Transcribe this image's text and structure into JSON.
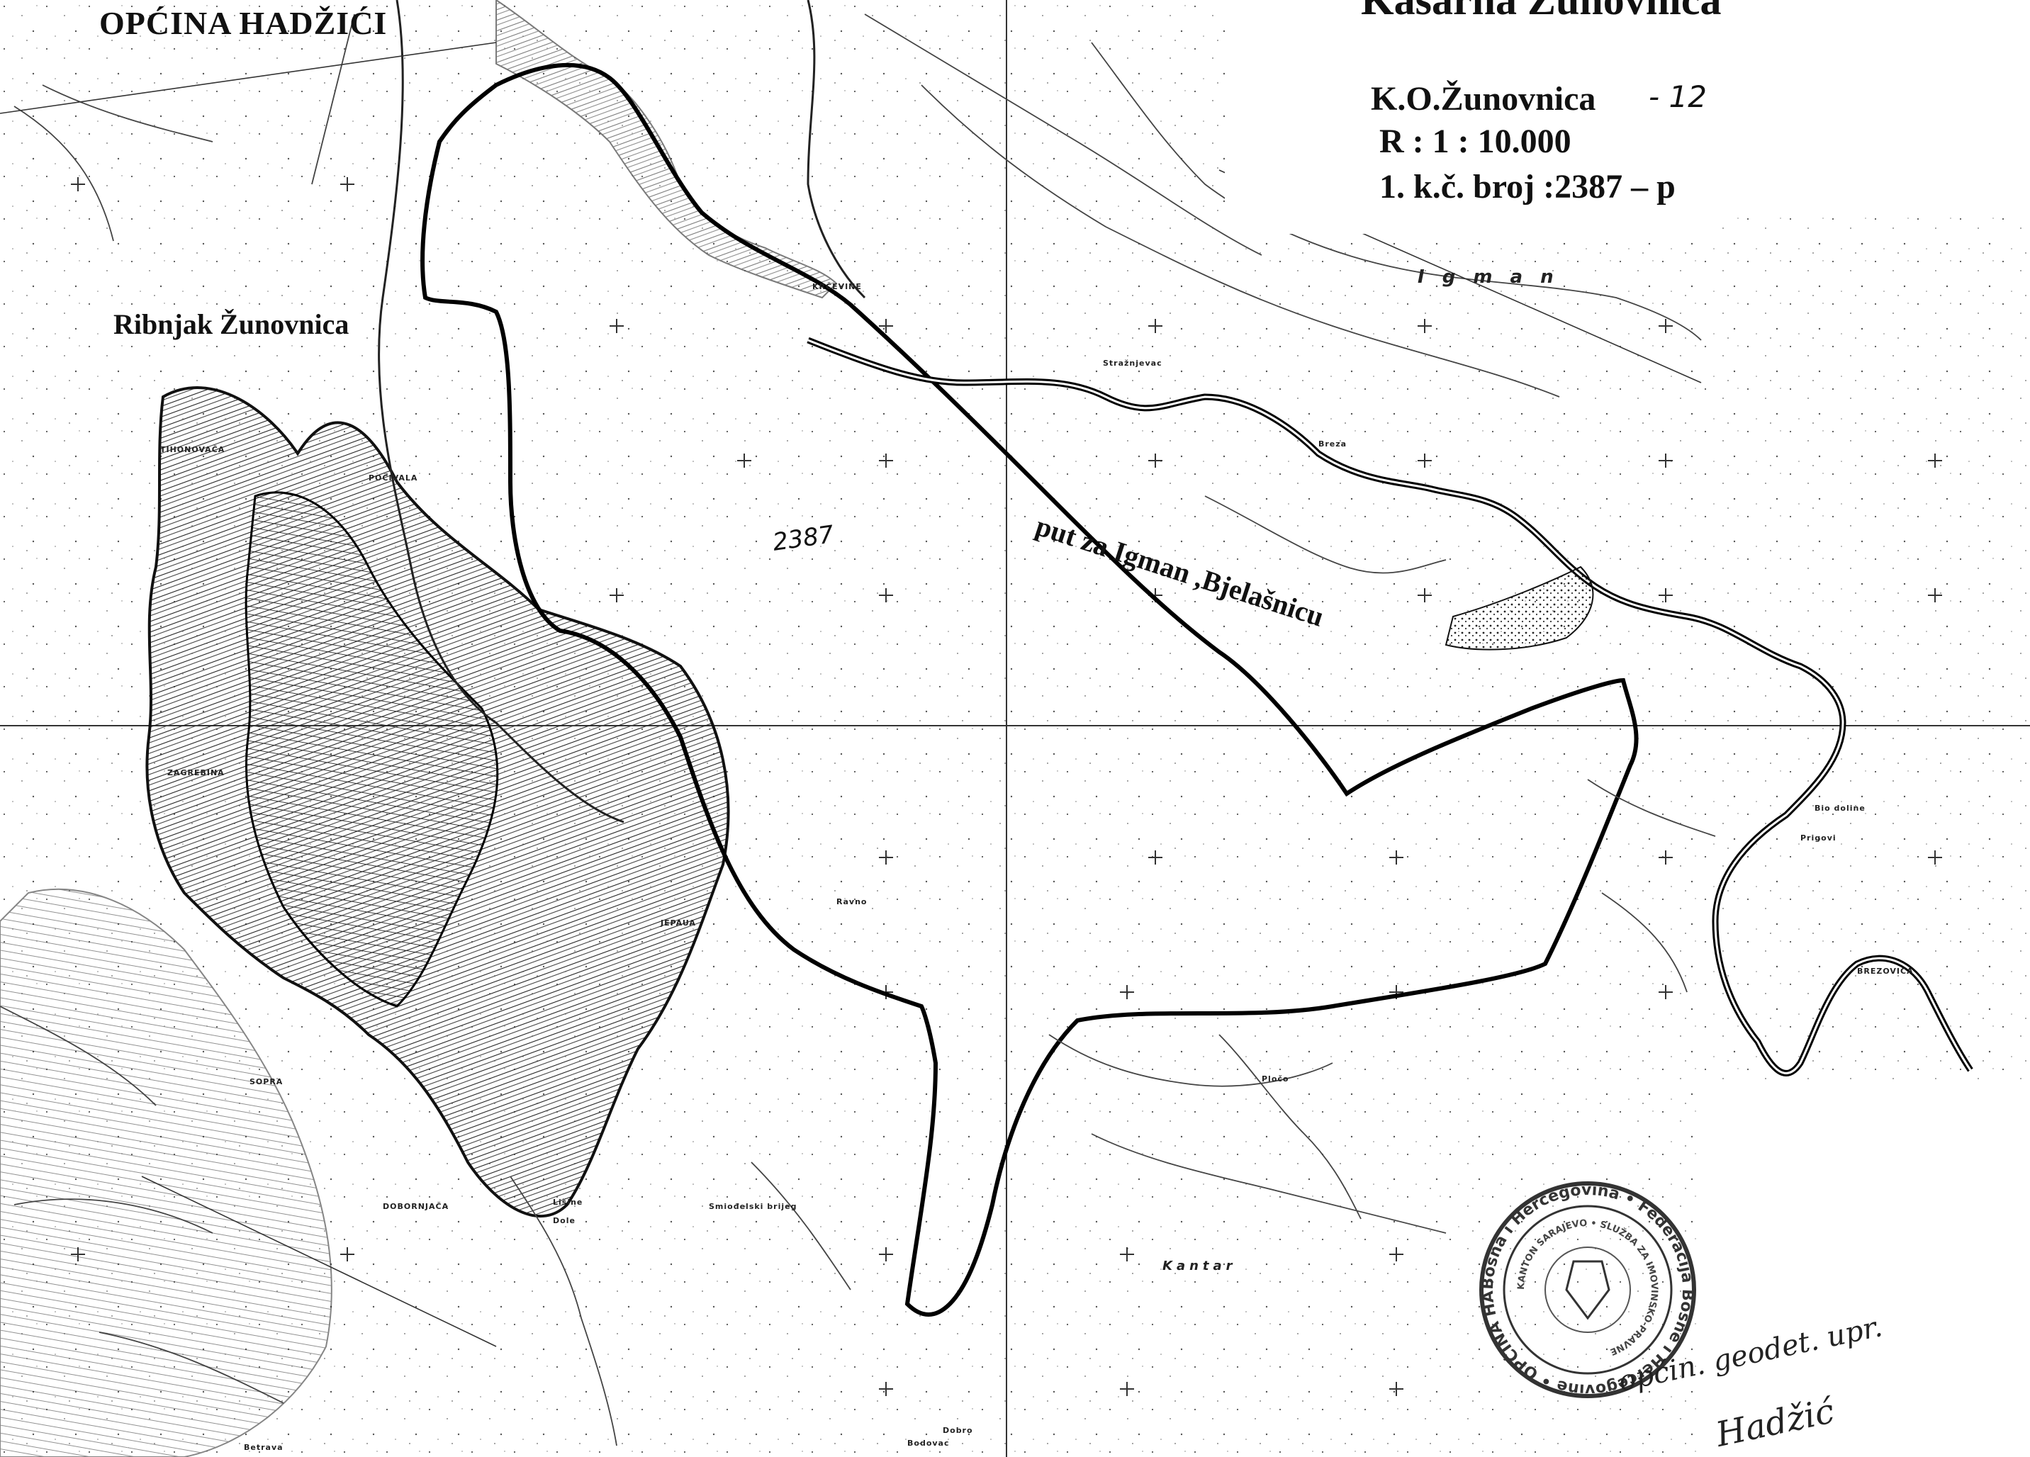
{
  "header": {
    "municipality": "OPĆINA HADŽIĆI",
    "site_title": "Kasarna Žunovnica"
  },
  "info": {
    "cadastral_municipality": "K.O.Žunovnica",
    "cadastral_note": "- 12",
    "scale": "R : 1 : 10.000",
    "parcel": "1. k.č. broj :2387 – p"
  },
  "labels": {
    "fishpond": "Ribnjak Žunovnica",
    "road": "put za Igman ,Bjelašnicu",
    "parcel_number": "2387",
    "mountain": "I g m a n"
  },
  "place_names": [
    "TIHONOVAČA",
    "POČIVALA",
    "ZAGREBINA",
    "KRČEVINE",
    "DOBORNJAČA",
    "SOPRA",
    "JEPAUA",
    "Stražnjevac",
    "Bodovac",
    "Lišine",
    "Dole",
    "Pločo",
    "Breza",
    "Dobro",
    "BREZOVICA",
    "Bio doline",
    "Prigovi",
    "Ravno",
    "Smiođelski brijeg",
    "Kantar",
    "Betrava"
  ],
  "stamp": {
    "text": "Bosna i Hercegovina • Federacija Bosne i Hercegovine • OPĆINA HADŽIĆI",
    "inner_text": "KANTON SARAJEVO • SLUŽBA ZA IMOVINSKO-PRAVNE"
  },
  "signature": {
    "line1": "općin. geodet. upr.",
    "line2": "Hadžić"
  },
  "colors": {
    "ink": "#111111",
    "paper": "#ffffff",
    "stamp": "#333333"
  }
}
